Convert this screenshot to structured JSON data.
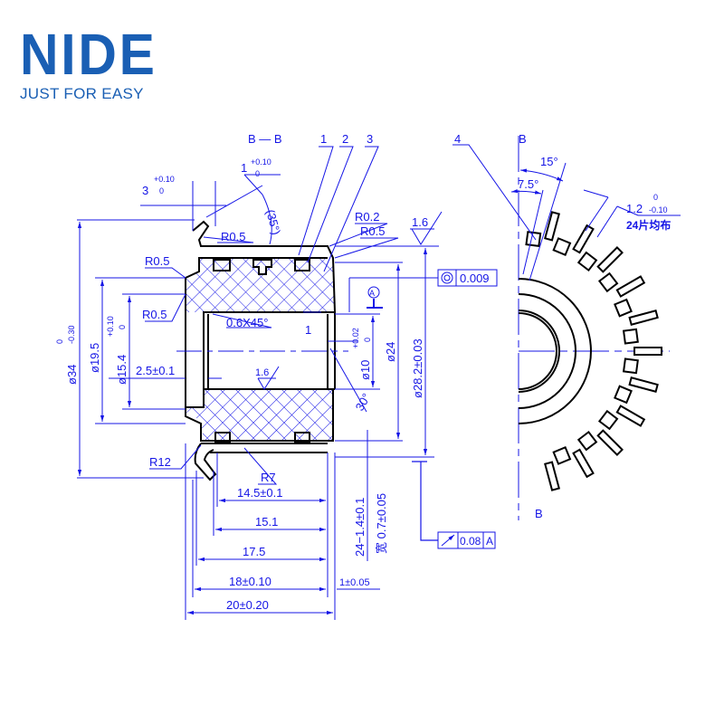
{
  "logo": {
    "word": "NIDE",
    "tagline": "JUST FOR EASY"
  },
  "section_view": {
    "title": "B — B",
    "callouts": [
      "1",
      "2",
      "3"
    ],
    "dims": {
      "d34": "ø34",
      "d34_tol_up": "0",
      "d34_tol_lo": "-0.30",
      "d19_5": "ø19.5",
      "d15_4": "ø15.4",
      "d15_4_tol_up": "+0.10",
      "d15_4_tol_lo": "0",
      "w2_5": "2.5±0.1",
      "d10": "ø10",
      "d10_tol_up": "+0.02",
      "d10_tol_lo": "0",
      "d24": "ø24",
      "d28_2": "ø28.2±0.03",
      "l14_5": "14.5±0.1",
      "l15_1": "15.1",
      "l17_5": "17.5",
      "l18": "18±0.10",
      "l20": "20±0.20",
      "l1": "1±0.05",
      "slot": "24−1.4±0.1",
      "slot_width": "宽 0.7±0.05",
      "w3": "3",
      "w3_up": "+0.10",
      "w3_lo": "0",
      "w1": "1",
      "w1_up": "+0.10",
      "w1_lo": "0",
      "angle35": "(35°)",
      "angle30": "30°",
      "r05a": "R0.5",
      "r02": "R0.2",
      "r05b": "R0.5",
      "r05c": "R0.5",
      "r05d": "R0.5",
      "chamfer": "0.6X45°",
      "one": "1",
      "r12": "R12",
      "r7": "R7",
      "rough1": "1.6",
      "rough2": "1.6"
    },
    "datum": "A",
    "concentricity": {
      "value": "0.009"
    },
    "runout": {
      "value": "0.08",
      "datum": "A"
    }
  },
  "front_view": {
    "section_mark_top": "B",
    "section_mark_bottom": "B",
    "callout": "4",
    "angle15": "15°",
    "angle7_5": "7.5°",
    "tab_width": "1.2",
    "tab_tol_up": "0",
    "tab_tol_lo": "-0.10",
    "tab_note": "24片均布",
    "tab_count": 24
  },
  "colors": {
    "dimension": "#1515e6",
    "outline": "#000000",
    "logo": "#1a5fb4"
  }
}
